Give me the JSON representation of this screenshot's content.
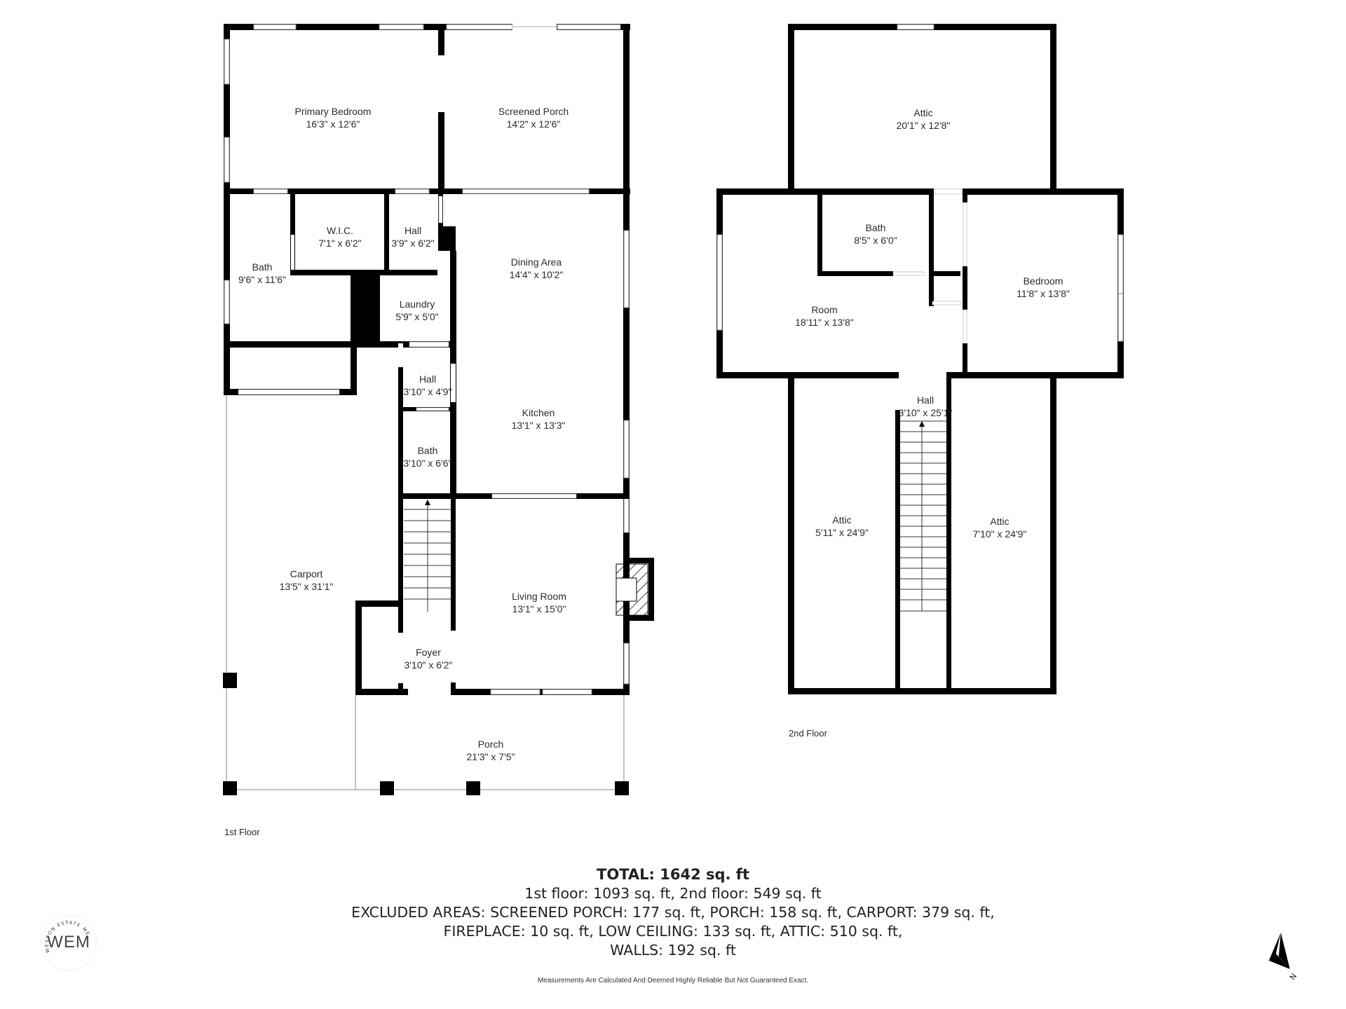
{
  "floors": [
    {
      "label": "1st Floor",
      "rooms": [
        {
          "name": "Primary Bedroom",
          "dims": "16'3\" x 12'6\""
        },
        {
          "name": "Screened Porch",
          "dims": "14'2\" x 12'6\""
        },
        {
          "name": "W.I.C.",
          "dims": "7'1\" x 6'2\""
        },
        {
          "name": "Hall",
          "dims": "3'9\" x 6'2\""
        },
        {
          "name": "Bath",
          "dims": "9'6\" x 11'6\""
        },
        {
          "name": "Dining Area",
          "dims": "14'4\" x 10'2\""
        },
        {
          "name": "Laundry",
          "dims": "5'9\" x 5'0\""
        },
        {
          "name": "Hall",
          "dims": "3'10\" x 4'9\""
        },
        {
          "name": "Kitchen",
          "dims": "13'1\" x 13'3\""
        },
        {
          "name": "Bath",
          "dims": "3'10\" x 6'6\""
        },
        {
          "name": "Carport",
          "dims": "13'5\" x 31'1\""
        },
        {
          "name": "Living Room",
          "dims": "13'1\" x 15'0\""
        },
        {
          "name": "Foyer",
          "dims": "3'10\" x 6'2\""
        },
        {
          "name": "Porch",
          "dims": "21'3\" x 7'5\""
        }
      ]
    },
    {
      "label": "2nd Floor",
      "rooms": [
        {
          "name": "Attic",
          "dims": "20'1\" x 12'8\""
        },
        {
          "name": "Bath",
          "dims": "8'5\" x 6'0\""
        },
        {
          "name": "Bedroom",
          "dims": "11'8\" x 13'8\""
        },
        {
          "name": "Room",
          "dims": "18'11\" x 13'8\""
        },
        {
          "name": "Hall",
          "dims": "3'10\" x 25'1\""
        },
        {
          "name": "Attic",
          "dims": "5'11\" x 24'9\""
        },
        {
          "name": "Attic",
          "dims": "7'10\" x 24'9\""
        }
      ]
    }
  ],
  "summary": {
    "total": "TOTAL: 1642 sq. ft",
    "floors_line": "1st floor: 1093 sq. ft, 2nd floor: 549 sq. ft",
    "excluded_line_1": "EXCLUDED AREAS: SCREENED PORCH: 177 sq. ft, PORCH: 158 sq. ft, CARPORT: 379 sq. ft,",
    "excluded_line_2": "FIREPLACE: 10 sq. ft, LOW CEILING: 133 sq. ft, ATTIC: 510 sq. ft,",
    "excluded_line_3": "WALLS: 192 sq. ft"
  },
  "disclaimer": "Measurements Are Calculated And Deemed Highly Reliable But Not Guaranteed Exact.",
  "logo": {
    "mark": "WEM",
    "ring_text": "WESTON ESTATE MEDIA"
  },
  "compass": {
    "label": "N",
    "icon": "north-arrow-icon"
  },
  "colors": {
    "wall": "#000000",
    "background": "#ffffff",
    "text": "#222222",
    "thin_line": "#888888"
  }
}
